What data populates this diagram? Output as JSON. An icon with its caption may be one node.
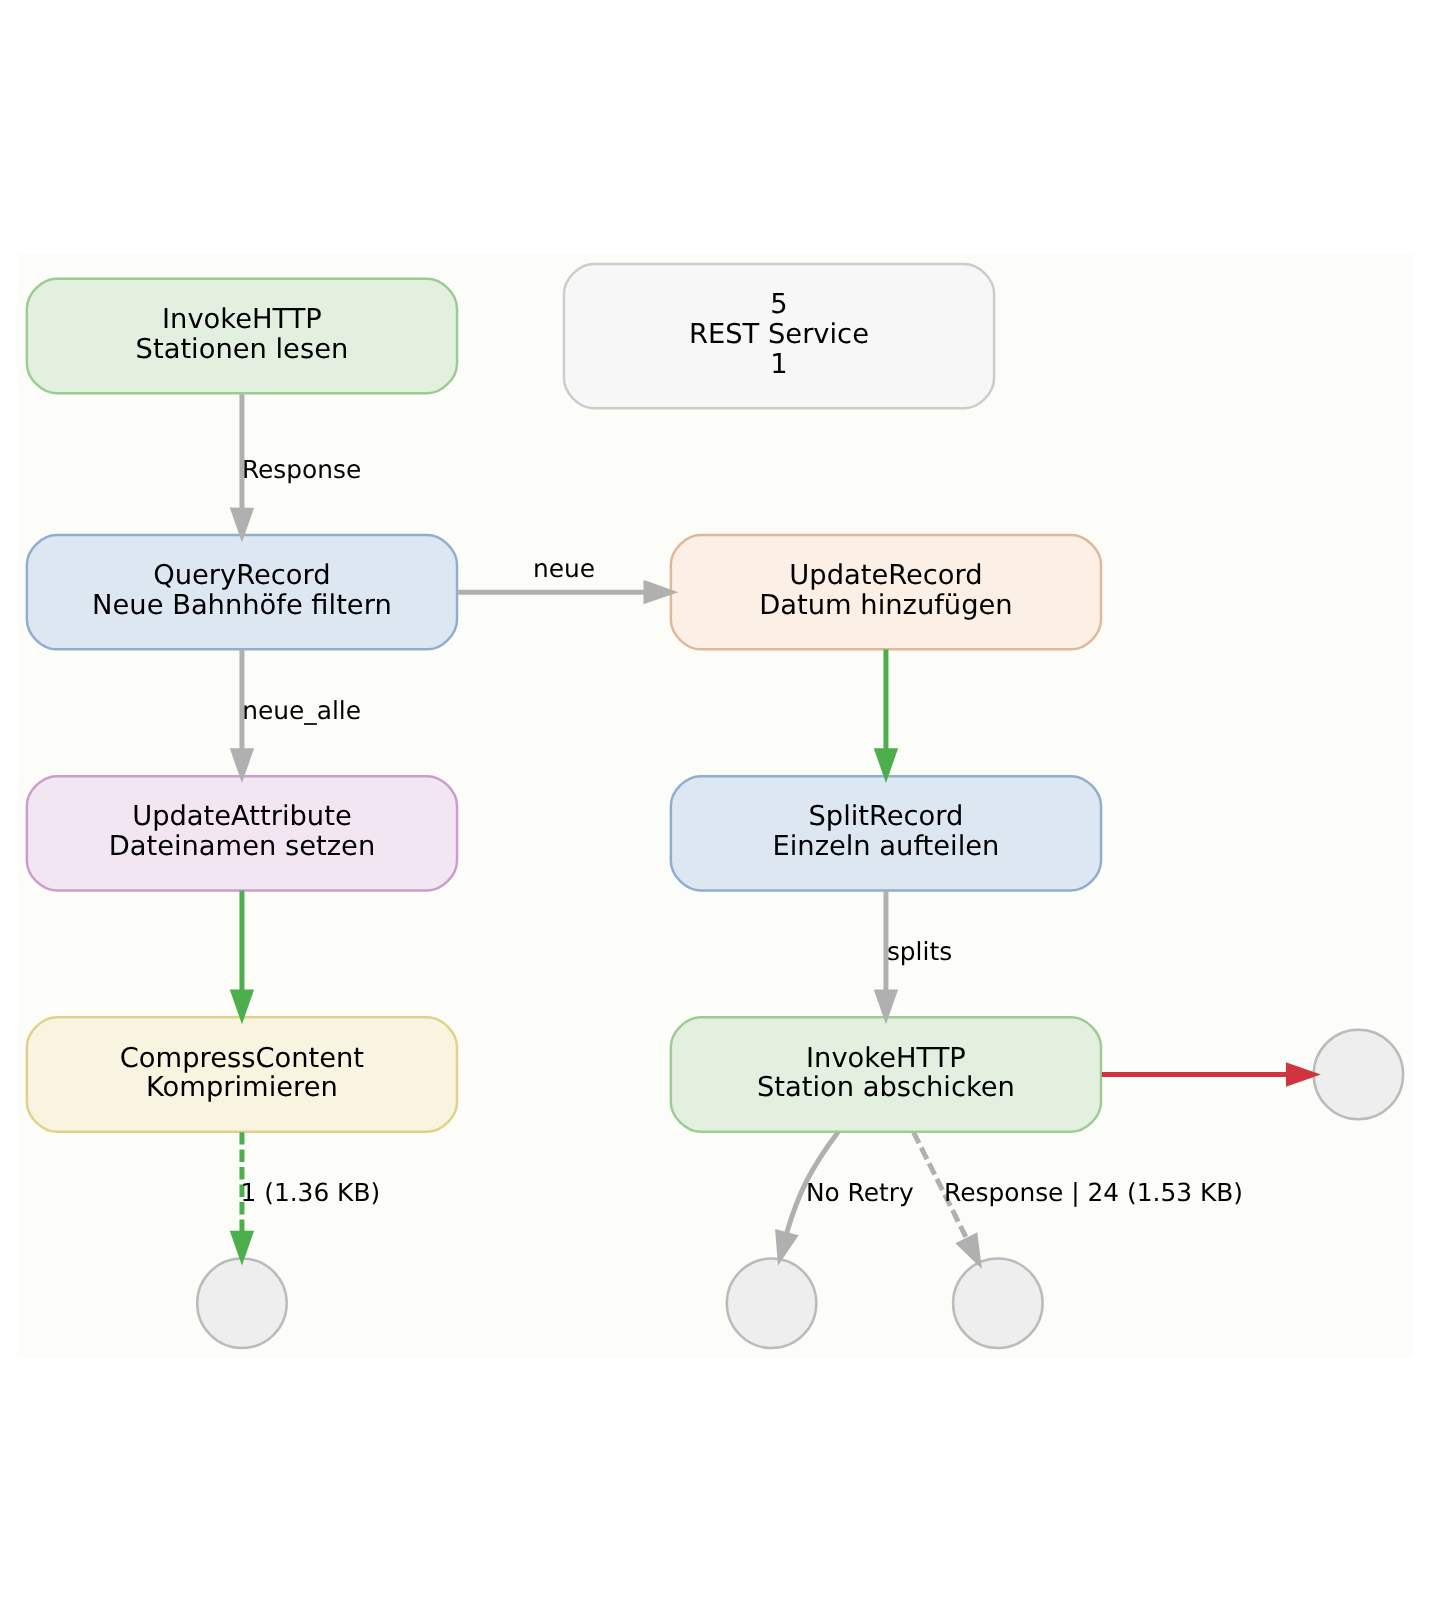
{
  "diagram": {
    "nodes": [
      {
        "text": [
          "InvokeHTTP",
          "Stationen lesen"
        ]
      },
      {
        "text": [
          "QueryRecord",
          "Neue Bahnhöfe filtern"
        ]
      },
      {
        "text": [
          "UpdateRecord",
          "Datum hinzufügen"
        ]
      },
      {
        "text": [
          "UpdateAttribute",
          "Dateinamen setzen"
        ]
      },
      {
        "text": [
          "SplitRecord",
          "Einzeln aufteilen"
        ]
      },
      {
        "text": [
          "CompressContent",
          "Komprimieren"
        ]
      },
      {
        "text": [
          "InvokeHTTP",
          "Station abschicken"
        ]
      },
      {
        "text": [],
        "shape": "circle"
      },
      {
        "text": [],
        "shape": "circle"
      },
      {
        "text": [],
        "shape": "circle"
      },
      {
        "text": [],
        "shape": "circle"
      },
      {
        "text": [
          "5",
          "REST Service",
          "1"
        ]
      }
    ],
    "edges": [
      {
        "from": 0,
        "to": 1,
        "arrow": "to",
        "label": "Response"
      },
      {
        "from": 1,
        "to": 2,
        "arrow": "to",
        "label": "neue"
      },
      {
        "from": 1,
        "to": 3,
        "arrow": "to",
        "label": "neue_alle"
      },
      {
        "from": 2,
        "to": 4,
        "arrow": "to",
        "color": "#4cae4c"
      },
      {
        "from": 3,
        "to": 5,
        "arrow": "to",
        "color": "#4cae4c"
      },
      {
        "from": 4,
        "to": 6,
        "arrow": "to",
        "label": "splits"
      },
      {
        "from": 6,
        "to": 7,
        "arrow": "to",
        "color": "#d0343f"
      },
      {
        "from": 5,
        "to": 8,
        "arrow": "to",
        "label": "1 (1.36 KB)",
        "style": "dashed",
        "color": "#4cae4c"
      },
      {
        "from": 6,
        "to": 9,
        "arrow": "to",
        "label": "No Retry"
      },
      {
        "from": 6,
        "to": 10,
        "arrow": "to",
        "label": "Response | 24 (1.53 KB)",
        "style": "dashed"
      }
    ]
  }
}
